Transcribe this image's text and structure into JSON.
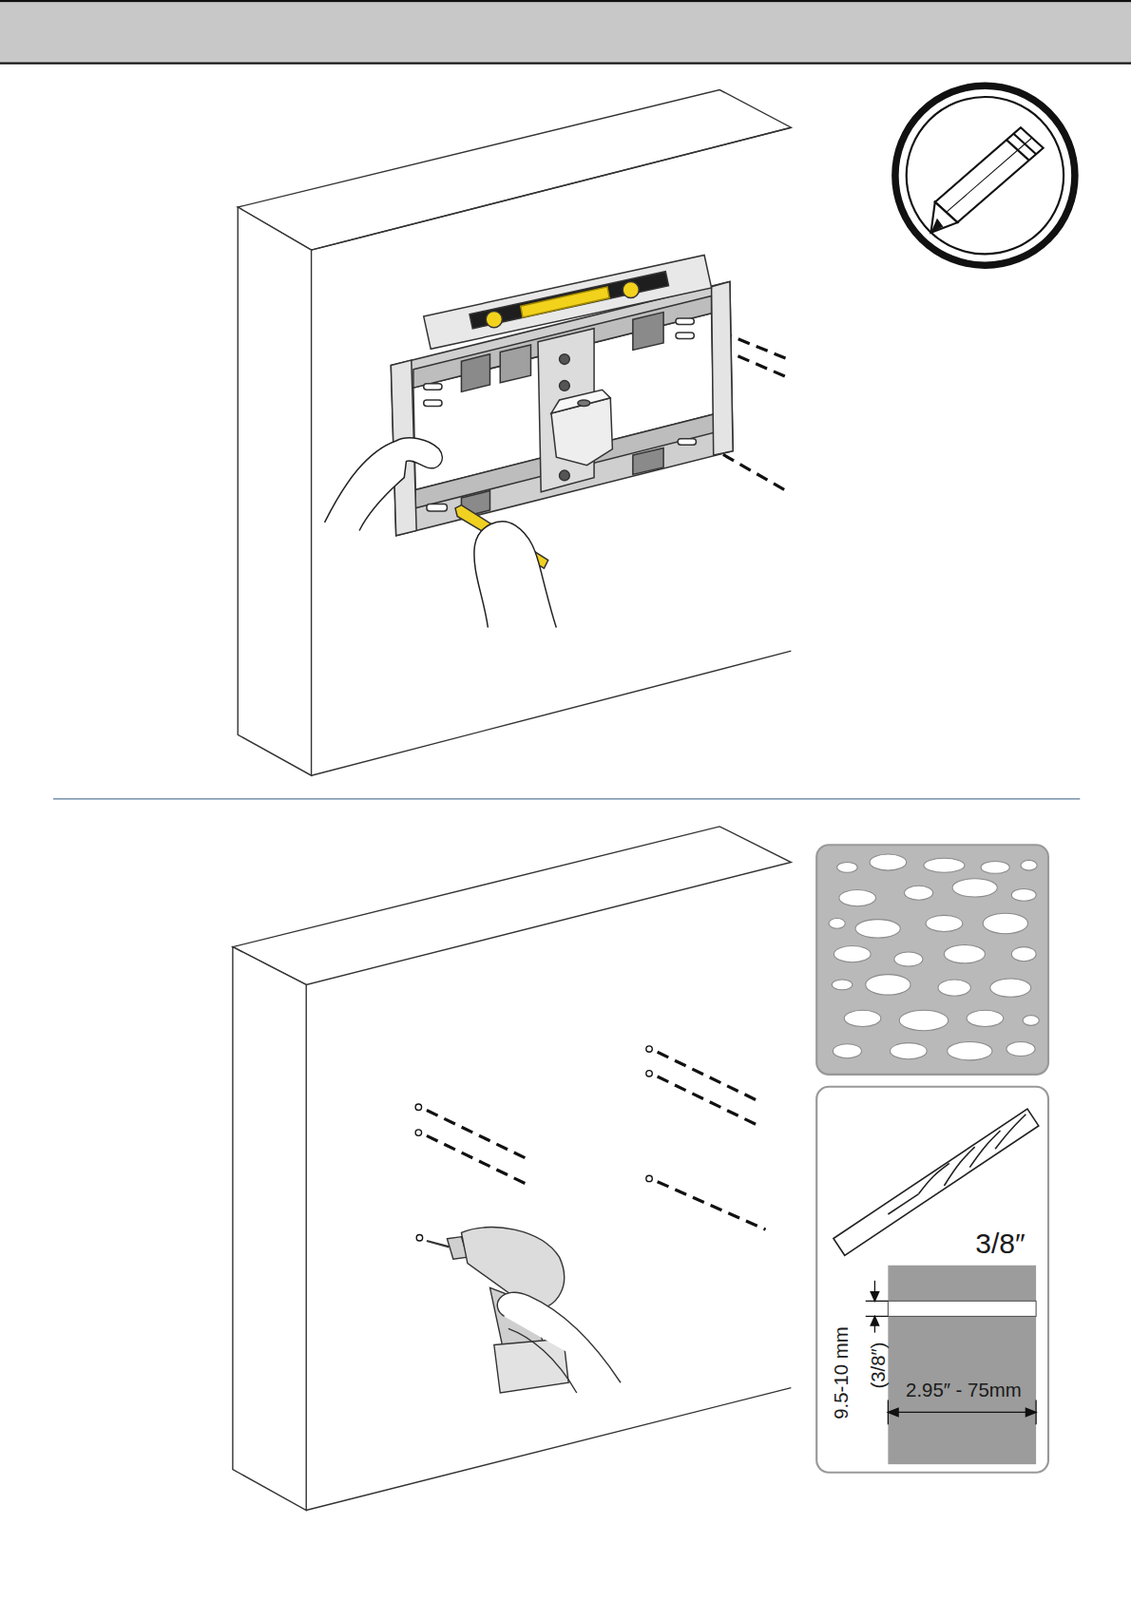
{
  "diagram": {
    "labels": [
      "3/8″",
      "(3/8″)",
      "9.5-10 mm",
      "2.95″ - 75mm"
    ]
  }
}
